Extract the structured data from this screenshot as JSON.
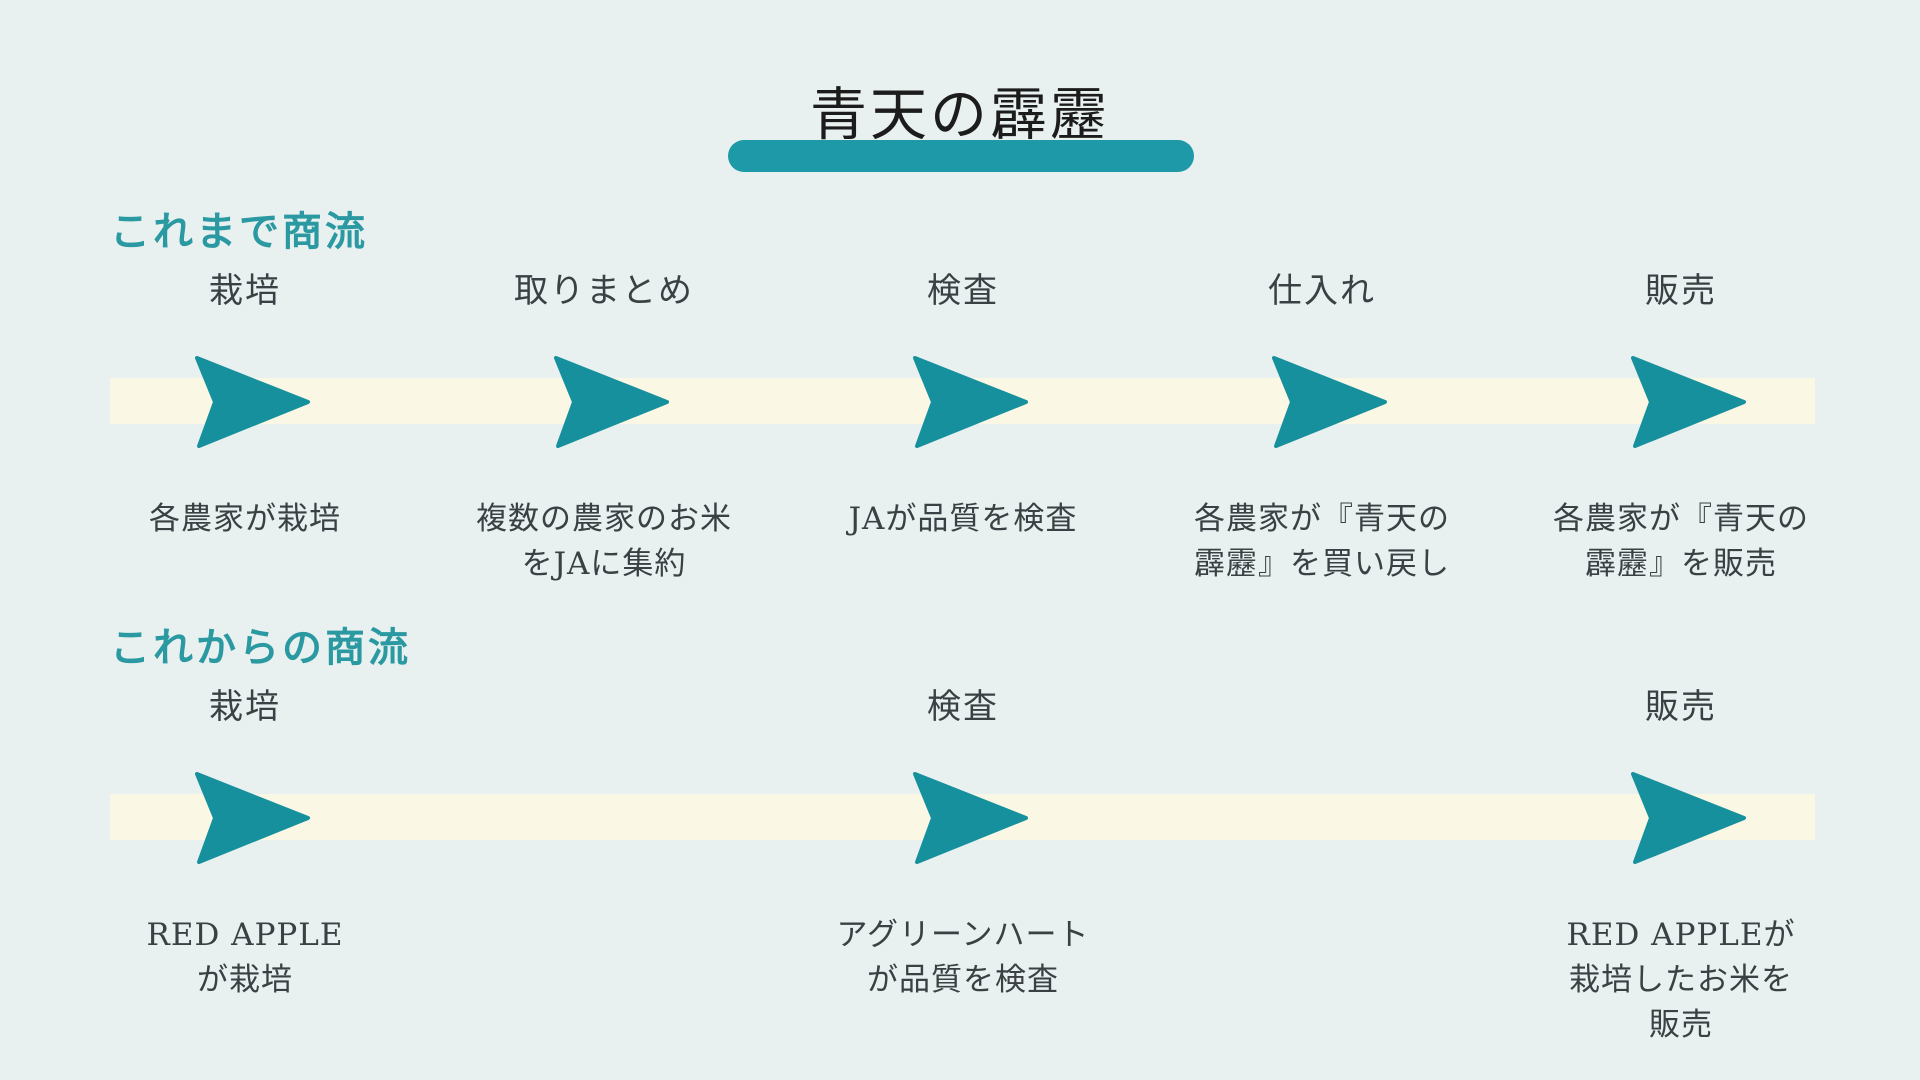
{
  "theme": {
    "background": "#e8f1ef",
    "band": "#faf8e4",
    "arrow": "#17909e",
    "accent_pill": "#1e99a8",
    "heading_color": "#2b99a1",
    "text_dark": "#1c1c1c",
    "body_text": "#3a4043"
  },
  "title": {
    "text": "青天の霹靂"
  },
  "flows": [
    {
      "heading": "これまで商流",
      "steps": [
        {
          "label": "栽培",
          "desc": "各農家が栽培"
        },
        {
          "label": "取りまとめ",
          "desc": "複数の農家のお米\nをJAに集約"
        },
        {
          "label": "検査",
          "desc": "JAが品質を検査"
        },
        {
          "label": "仕入れ",
          "desc": "各農家が『青天の\n霹靂』を買い戻し"
        },
        {
          "label": "販売",
          "desc": "各農家が『青天の\n霹靂』を販売"
        }
      ]
    },
    {
      "heading": "これからの商流",
      "steps": [
        {
          "label": "栽培",
          "desc": "RED APPLE\nが栽培"
        },
        {
          "label": "検査",
          "desc": "アグリーンハート\nが品質を検査"
        },
        {
          "label": "販売",
          "desc": "RED APPLEが\n栽培したお米を\n販売"
        }
      ]
    }
  ]
}
